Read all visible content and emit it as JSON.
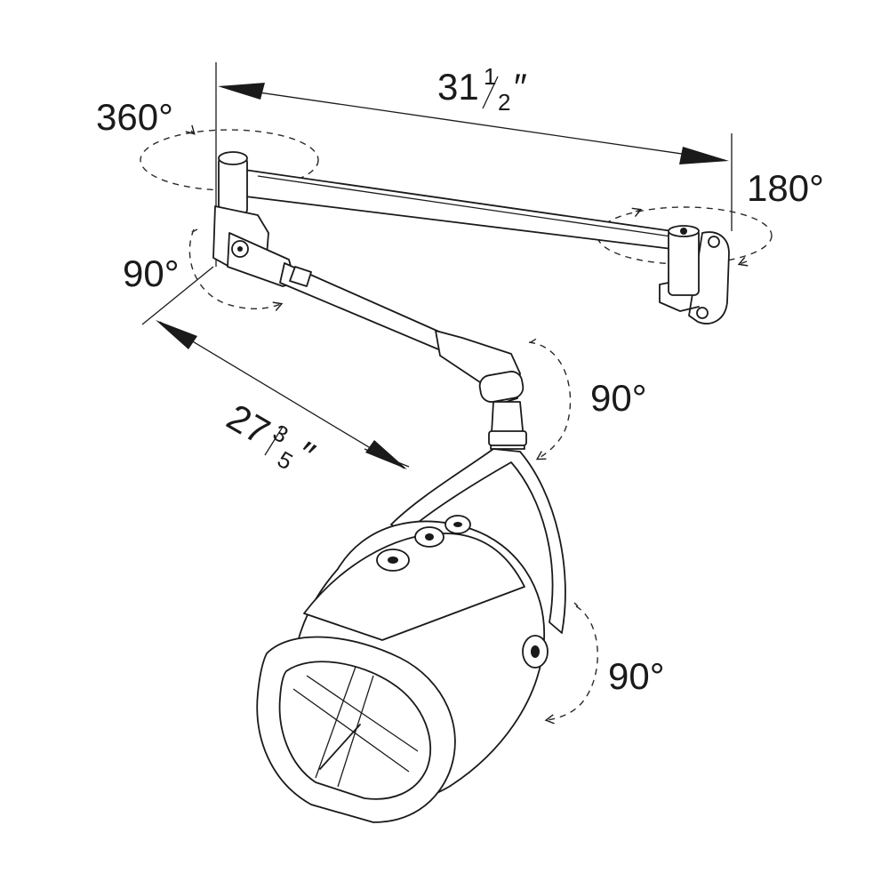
{
  "dimensions": {
    "width_whole": "31",
    "width_num": "1",
    "width_den": "2",
    "width_unit": "″",
    "depth_whole": "27",
    "depth_num": "3",
    "depth_den": "5",
    "depth_unit": "″"
  },
  "rotations": {
    "base_swivel": "360°",
    "end_swivel": "180°",
    "elbow_tilt": "90°",
    "head_joint_tilt": "90°",
    "hood_tilt": "90°"
  }
}
